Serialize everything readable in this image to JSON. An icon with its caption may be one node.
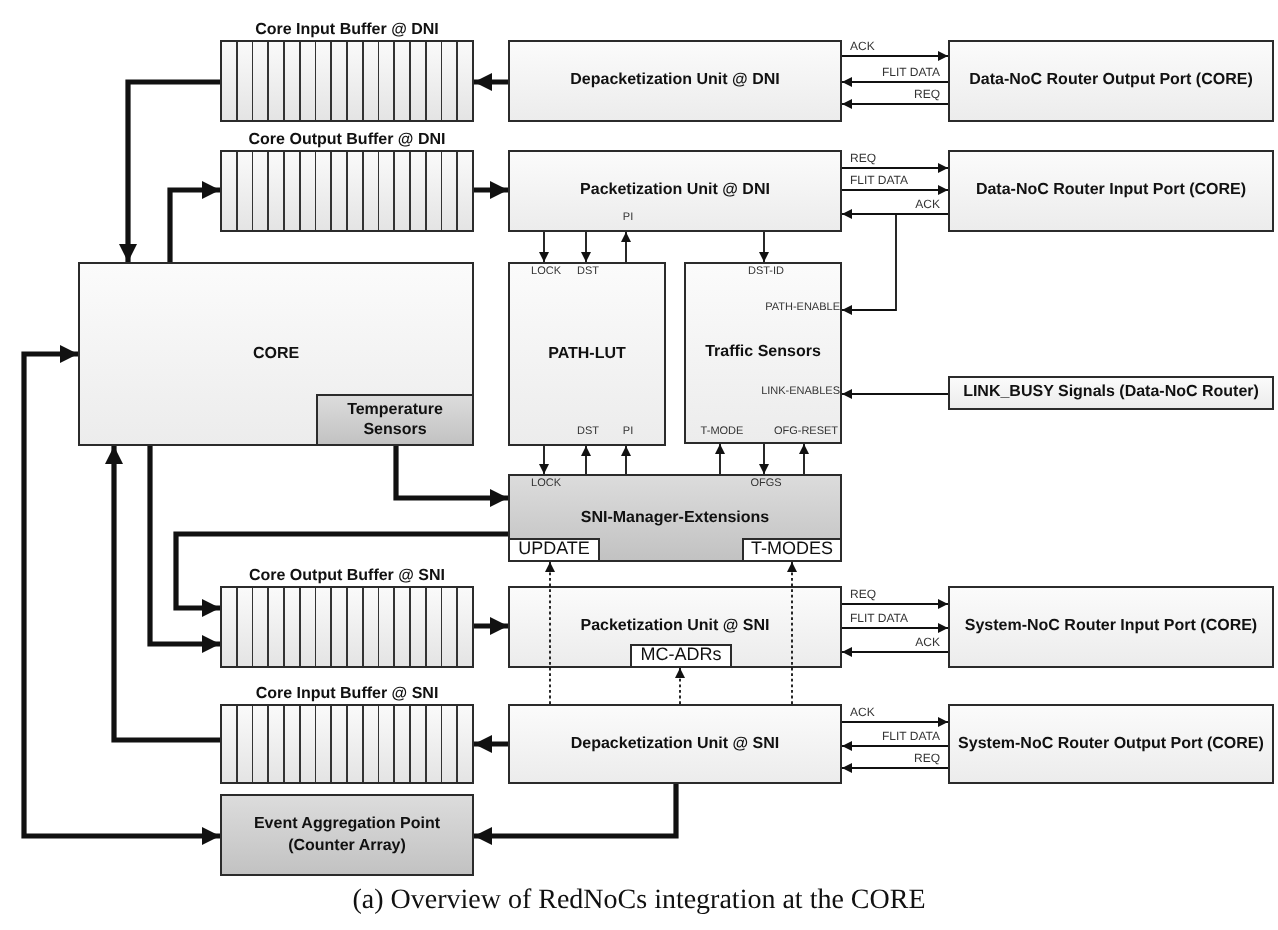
{
  "diagram": {
    "caption": "(a) Overview of RedNoCs integration at the CORE",
    "nodes": [
      {
        "text": [
          "Core Input Buffer @ DNI"
        ]
      },
      {
        "text": [
          "Depacketization Unit @ DNI"
        ]
      },
      {
        "text": [
          "Data-NoC Router Output Port (CORE)"
        ]
      },
      {
        "text": [
          "Core Output Buffer @ DNI"
        ]
      },
      {
        "text": [
          "Packetization Unit @ DNI",
          "PI"
        ]
      },
      {
        "text": [
          "Data-NoC Router Input Port (CORE)"
        ]
      },
      {
        "text": [
          "CORE"
        ]
      },
      {
        "text": [
          "Temperature Sensors"
        ],
        "in": 6
      },
      {
        "text": [
          "LOCK",
          "DST",
          "PATH-LUT",
          "DST",
          "PI"
        ]
      },
      {
        "text": [
          "DST-ID",
          "PATH-ENABLE",
          "Traffic Sensors",
          "LINK-ENABLES",
          "T-MODE",
          "OFG-RESET"
        ]
      },
      {
        "text": [
          "LINK_BUSY Signals (Data-NoC Router)"
        ]
      },
      {
        "text": [
          "LOCK",
          "OFGS",
          "SNI-Manager-Extensions"
        ]
      },
      {
        "text": [
          "UPDATE"
        ],
        "in": 11
      },
      {
        "text": [
          "T-MODES"
        ],
        "in": 11
      },
      {
        "text": [
          "Core Output Buffer @ SNI"
        ]
      },
      {
        "text": [
          "Packetization Unit @ SNI"
        ]
      },
      {
        "text": [
          "MC-ADRs"
        ],
        "in": 15
      },
      {
        "text": [
          "System-NoC Router Input Port (CORE)"
        ]
      },
      {
        "text": [
          "Core Input Buffer @ SNI"
        ]
      },
      {
        "text": [
          "Depacketization Unit @ SNI"
        ]
      },
      {
        "text": [
          "System-NoC Router Output Port (CORE)"
        ]
      },
      {
        "text": [
          "Event Aggregation Point (Counter Array)"
        ]
      }
    ],
    "edges": [
      {
        "from": 1,
        "to": 0,
        "arrow": "to",
        "style": "thick"
      },
      {
        "from": 0,
        "to": 6,
        "arrow": "to",
        "style": "thick"
      },
      {
        "from": 6,
        "to": 3,
        "arrow": "to",
        "style": "thick"
      },
      {
        "from": 3,
        "to": 4,
        "arrow": "to",
        "style": "thick"
      },
      {
        "from": 1,
        "to": 2,
        "arrow": "to",
        "label": "ACK"
      },
      {
        "from": 2,
        "to": 1,
        "arrow": "to",
        "label": "FLIT DATA"
      },
      {
        "from": 2,
        "to": 1,
        "arrow": "to",
        "label": "REQ"
      },
      {
        "from": 4,
        "to": 5,
        "arrow": "to",
        "label": "REQ"
      },
      {
        "from": 4,
        "to": 5,
        "arrow": "to",
        "label": "FLIT DATA"
      },
      {
        "from": 5,
        "to": 4,
        "arrow": "to",
        "label": "ACK"
      },
      {
        "from": 5,
        "to": 9,
        "arrow": "to"
      },
      {
        "from": 4,
        "to": 8,
        "arrow": "to"
      },
      {
        "from": 4,
        "to": 8,
        "arrow": "to"
      },
      {
        "from": 8,
        "to": 4,
        "arrow": "to"
      },
      {
        "from": 4,
        "to": 9,
        "arrow": "to"
      },
      {
        "from": 10,
        "to": 9,
        "arrow": "to"
      },
      {
        "from": 8,
        "to": 11,
        "arrow": "to"
      },
      {
        "from": 11,
        "to": 8,
        "arrow": "to"
      },
      {
        "from": 11,
        "to": 8,
        "arrow": "to"
      },
      {
        "from": 11,
        "to": 9,
        "arrow": "to"
      },
      {
        "from": 9,
        "to": 11,
        "arrow": "to"
      },
      {
        "from": 11,
        "to": 9,
        "arrow": "to"
      },
      {
        "from": 7,
        "to": 11,
        "arrow": "to",
        "style": "thick"
      },
      {
        "from": 11,
        "to": 14,
        "arrow": "to",
        "style": "thick"
      },
      {
        "from": 6,
        "to": 14,
        "arrow": "to",
        "style": "thick"
      },
      {
        "from": 14,
        "to": 15,
        "arrow": "to",
        "style": "thick"
      },
      {
        "from": 15,
        "to": 17,
        "arrow": "to",
        "label": "REQ"
      },
      {
        "from": 15,
        "to": 17,
        "arrow": "to",
        "label": "FLIT DATA"
      },
      {
        "from": 17,
        "to": 15,
        "arrow": "to",
        "label": "ACK"
      },
      {
        "from": 19,
        "to": 18,
        "arrow": "to",
        "style": "thick"
      },
      {
        "from": 18,
        "to": 6,
        "arrow": "to",
        "style": "thick"
      },
      {
        "from": 19,
        "to": 20,
        "arrow": "to",
        "label": "ACK"
      },
      {
        "from": 20,
        "to": 19,
        "arrow": "to",
        "label": "FLIT DATA"
      },
      {
        "from": 20,
        "to": 19,
        "arrow": "to",
        "label": "REQ"
      },
      {
        "from": 19,
        "to": 21,
        "arrow": "to",
        "style": "thick"
      },
      {
        "from": 21,
        "to": 6,
        "arrow": "both",
        "style": "thick"
      },
      {
        "from": 19,
        "to": 12,
        "arrow": "to",
        "style": "dashed"
      },
      {
        "from": 19,
        "to": 16,
        "arrow": "to",
        "style": "dashed"
      },
      {
        "from": 19,
        "to": 13,
        "arrow": "to",
        "style": "dashed"
      }
    ]
  }
}
